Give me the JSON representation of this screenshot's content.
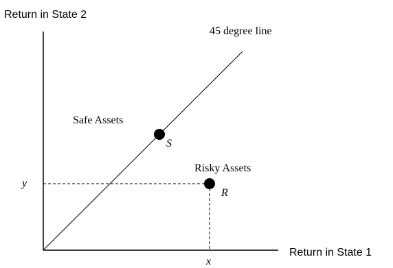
{
  "axes": {
    "y_label": "Return in State 2",
    "x_label": "Return in State 1"
  },
  "line": {
    "label": "45 degree line"
  },
  "points": {
    "safe": {
      "label": "Safe Assets",
      "marker": "S"
    },
    "risky": {
      "label": "Risky Assets",
      "marker": "R"
    }
  },
  "ticks": {
    "y": "y",
    "x": "x"
  }
}
